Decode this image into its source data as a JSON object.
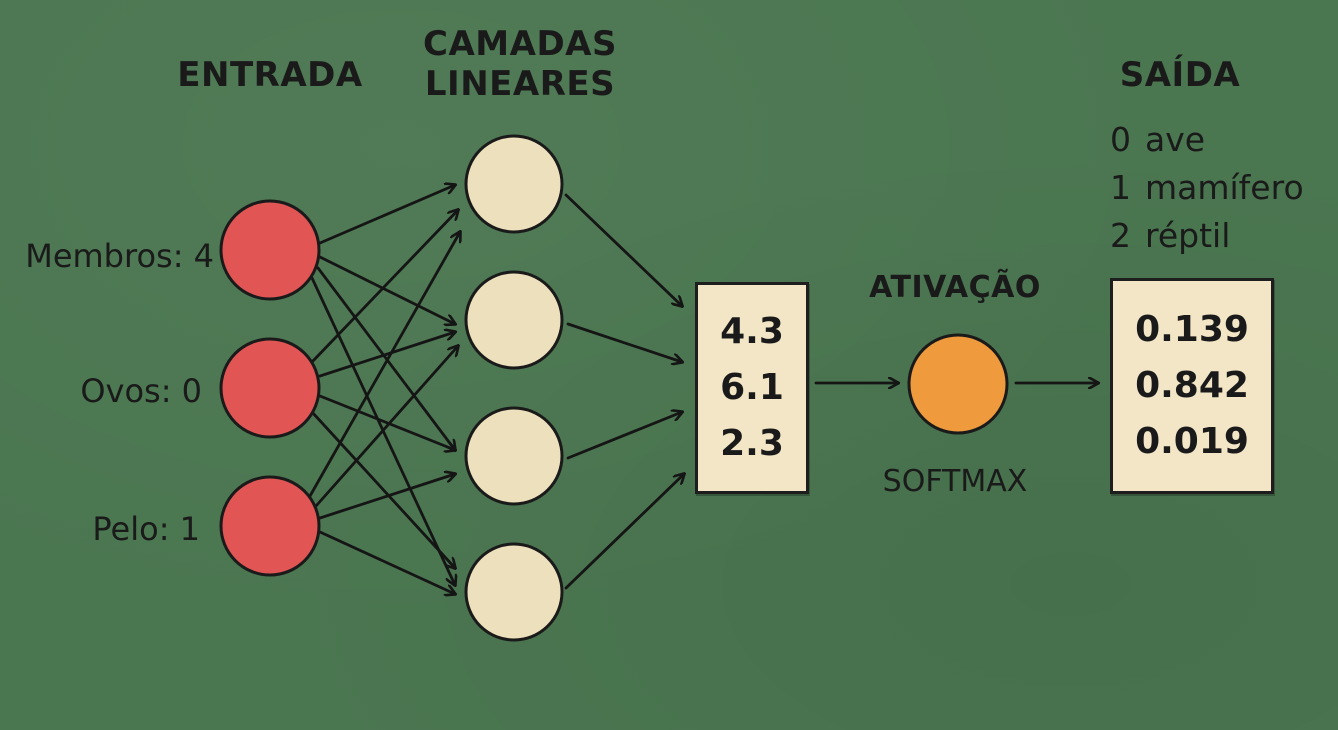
{
  "headings": {
    "input": "ENTRADA",
    "linear_line1": "CAMADAS",
    "linear_line2": "LINEARES",
    "output": "SAÍDA",
    "activation": "ATIVAÇÃO"
  },
  "inputs": [
    {
      "label": "Membros: 4"
    },
    {
      "label": "Ovos: 0"
    },
    {
      "label": "Pelo: 1"
    }
  ],
  "hidden_neuron_count": 4,
  "logits": [
    "4.3",
    "6.1",
    "2.3"
  ],
  "activation_function": "SOFTMAX",
  "output_probabilities": [
    "0.139",
    "0.842",
    "0.019"
  ],
  "classes": [
    {
      "id": "0",
      "name": "ave"
    },
    {
      "id": "1",
      "name": "mamífero"
    },
    {
      "id": "2",
      "name": "réptil"
    }
  ],
  "colors": {
    "background": "#4a7650",
    "input_node": "#e25555",
    "hidden_node": "#ede0bc",
    "activation_node": "#f09a3e",
    "box_fill": "#f2e6c6",
    "ink": "#1a1a1a"
  }
}
